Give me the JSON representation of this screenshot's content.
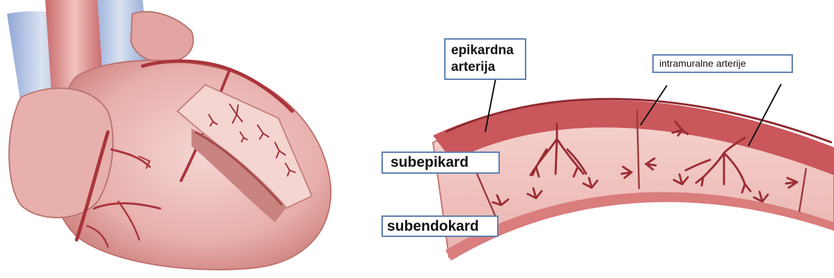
{
  "labels": {
    "epikardna_arterija": "epikardna\narterija",
    "intramuralne_arterije": "intramuralne arterije",
    "subepikard": "subepikard",
    "subendokard": "subendokard"
  },
  "colors": {
    "myocardium": "#f2c6c2",
    "vessel": "#a9353b",
    "epicardium": "#c9575c",
    "great_vessels_blue": "#9cb0d8",
    "label_border": "#5b7fb0"
  }
}
